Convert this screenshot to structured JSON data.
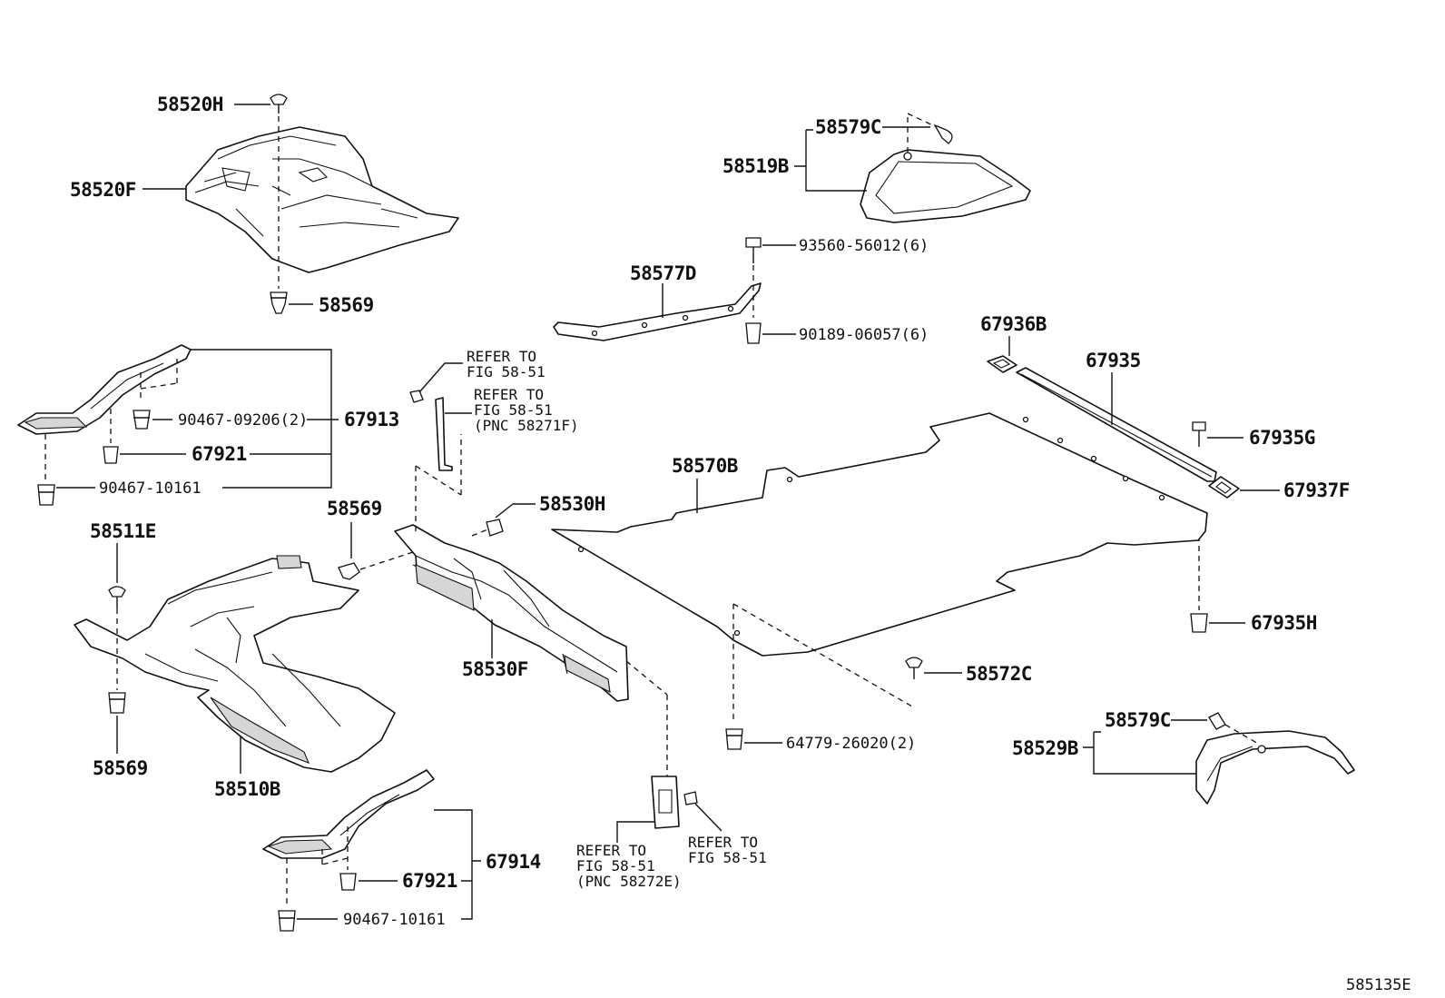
{
  "labels": {
    "p58520H": "58520H",
    "p58520F": "58520F",
    "p58569_top": "58569",
    "p58579C_top": "58579C",
    "p58519B": "58519B",
    "p93560": "93560-56012(6)",
    "p58577D": "58577D",
    "p90189": "90189-06057(6)",
    "p67936B": "67936B",
    "p67935": "67935",
    "p67935G": "67935G",
    "p67937F": "67937F",
    "p67935H": "67935H",
    "p90467_09206": "90467-09206(2)",
    "p67913": "67913",
    "p67921_top": "67921",
    "p90467_10161_top": "90467-10161",
    "p58511E": "58511E",
    "p58569_mid": "58569",
    "p58530H": "58530H",
    "p58570B": "58570B",
    "p58530F": "58530F",
    "p58569_bot": "58569",
    "p58510B": "58510B",
    "p58572C": "58572C",
    "p64779": "64779-26020(2)",
    "p58579C_bot": "58579C",
    "p58529B": "58529B",
    "p67914": "67914",
    "p67921_bot": "67921",
    "p90467_10161_bot": "90467-10161",
    "figure_id": "585135E"
  },
  "references": {
    "ref1_line1": "REFER TO",
    "ref1_line2": "FIG 58-51",
    "ref2_line1": "REFER TO",
    "ref2_line2": "FIG 58-51",
    "ref2_line3": "(PNC 58271F)",
    "ref3_line1": "REFER TO",
    "ref3_line2": "FIG 58-51",
    "ref3_line3": "(PNC 58272E)",
    "ref4_line1": "REFER TO",
    "ref4_line2": "FIG 58-51"
  }
}
